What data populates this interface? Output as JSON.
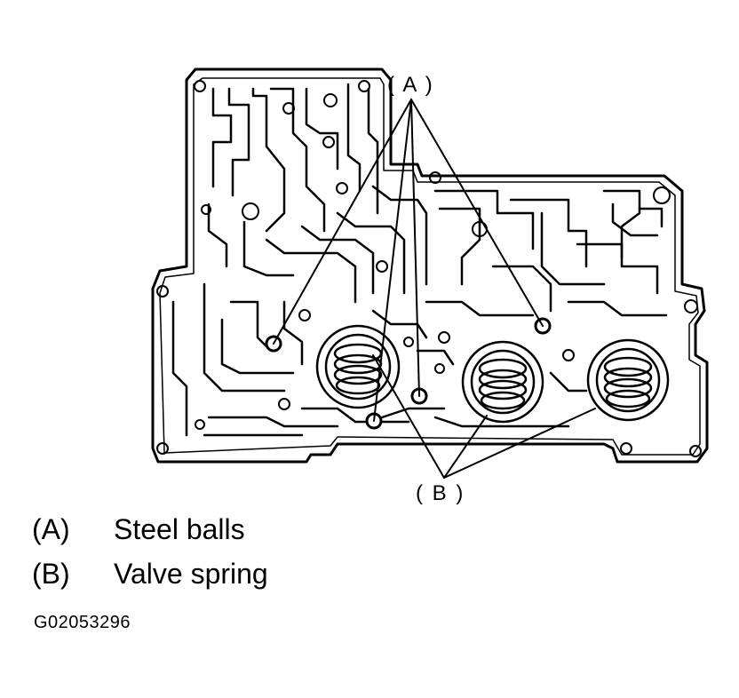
{
  "callouts": {
    "a": "( A )",
    "b": "( B )"
  },
  "legend": [
    {
      "key": "(A)",
      "label": "Steel balls"
    },
    {
      "key": "(B)",
      "label": "Valve spring"
    }
  ],
  "figure_id": "G02053296",
  "colors": {
    "ink": "#000000",
    "paper": "#ffffff"
  }
}
